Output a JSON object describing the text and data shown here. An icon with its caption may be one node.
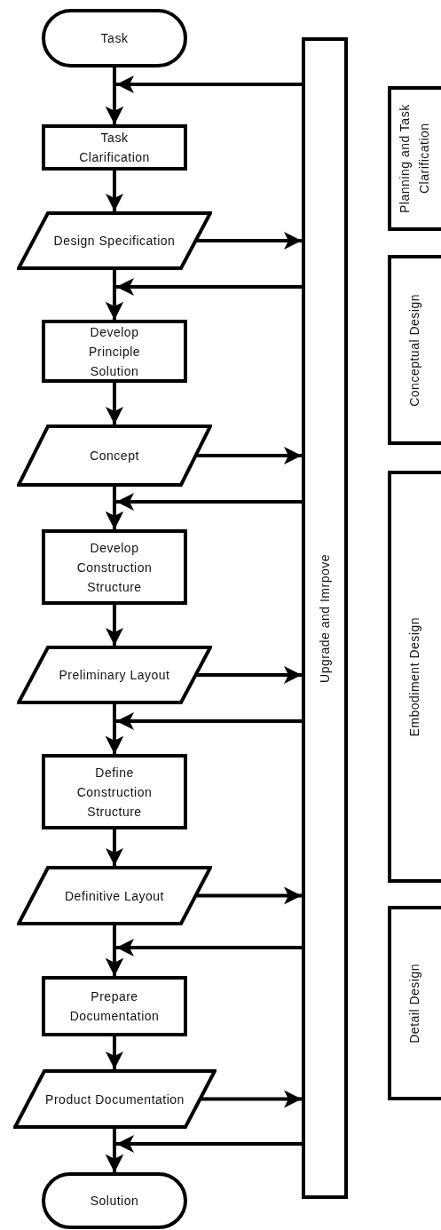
{
  "diagram": {
    "nodes": [
      {
        "text": [
          "Task"
        ]
      },
      {
        "text": [
          "Task Clarification"
        ]
      },
      {
        "text": [
          "Design Specification"
        ]
      },
      {
        "text": [
          "Develop Principle Solution"
        ]
      },
      {
        "text": [
          "Concept"
        ]
      },
      {
        "text": [
          "Develop Construction Structure"
        ]
      },
      {
        "text": [
          "Preliminary Layout"
        ]
      },
      {
        "text": [
          "Define Construction Structure"
        ]
      },
      {
        "text": [
          "Definitive Layout"
        ]
      },
      {
        "text": [
          "Prepare Documentation"
        ]
      },
      {
        "text": [
          "Product Documentation"
        ]
      },
      {
        "text": [
          "Solution"
        ]
      },
      {
        "text": [
          "Upgrade and Imrpove"
        ]
      },
      {
        "text": [
          "Planning and Task Clarification"
        ]
      },
      {
        "text": [
          "Conceptual Design"
        ]
      },
      {
        "text": [
          "Embodiment Design"
        ]
      },
      {
        "text": [
          "Detail Design"
        ]
      }
    ],
    "edges": [
      {
        "from": 0,
        "to": 1,
        "arrow": "to"
      },
      {
        "from": 12,
        "to": 1,
        "arrow": "to"
      },
      {
        "from": 1,
        "to": 2,
        "arrow": "to"
      },
      {
        "from": 2,
        "to": 12,
        "arrow": "to"
      },
      {
        "from": 2,
        "to": 3,
        "arrow": "to"
      },
      {
        "from": 12,
        "to": 3,
        "arrow": "to"
      },
      {
        "from": 3,
        "to": 4,
        "arrow": "to"
      },
      {
        "from": 4,
        "to": 12,
        "arrow": "to"
      },
      {
        "from": 4,
        "to": 5,
        "arrow": "to"
      },
      {
        "from": 12,
        "to": 5,
        "arrow": "to"
      },
      {
        "from": 5,
        "to": 6,
        "arrow": "to"
      },
      {
        "from": 6,
        "to": 12,
        "arrow": "to"
      },
      {
        "from": 6,
        "to": 7,
        "arrow": "to"
      },
      {
        "from": 12,
        "to": 7,
        "arrow": "to"
      },
      {
        "from": 7,
        "to": 8,
        "arrow": "to"
      },
      {
        "from": 8,
        "to": 12,
        "arrow": "to"
      },
      {
        "from": 8,
        "to": 9,
        "arrow": "to"
      },
      {
        "from": 12,
        "to": 9,
        "arrow": "to"
      },
      {
        "from": 9,
        "to": 10,
        "arrow": "to"
      },
      {
        "from": 10,
        "to": 12,
        "arrow": "to"
      },
      {
        "from": 10,
        "to": 11,
        "arrow": "to"
      },
      {
        "from": 12,
        "to": 11,
        "arrow": "to"
      }
    ]
  }
}
